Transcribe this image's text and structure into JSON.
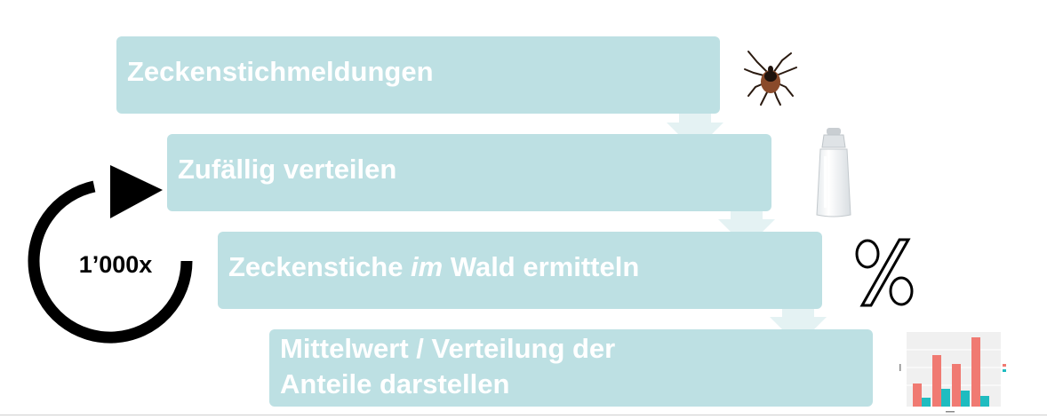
{
  "steps": [
    {
      "text": "Zeckenstichmeldungen"
    },
    {
      "text": "Zufällig verteilen"
    },
    {
      "text_before": "Zeckenstiche ",
      "text_italic": "im",
      "text_after": " Wald ermitteln"
    },
    {
      "line1": "Mittelwert / Verteilung der",
      "line2": "Anteile darstellen"
    }
  ],
  "cycle": {
    "label": "1’000x",
    "icon": "circular-arrow-icon"
  },
  "icons": [
    "tick-icon",
    "cocktail-shaker-icon",
    "percent-icon",
    "bar-chart-icon"
  ],
  "colors": {
    "box": "#bde0e3",
    "box_text": "#ffffff",
    "arrow": "#e4f2f3",
    "cycle": "#000000"
  }
}
